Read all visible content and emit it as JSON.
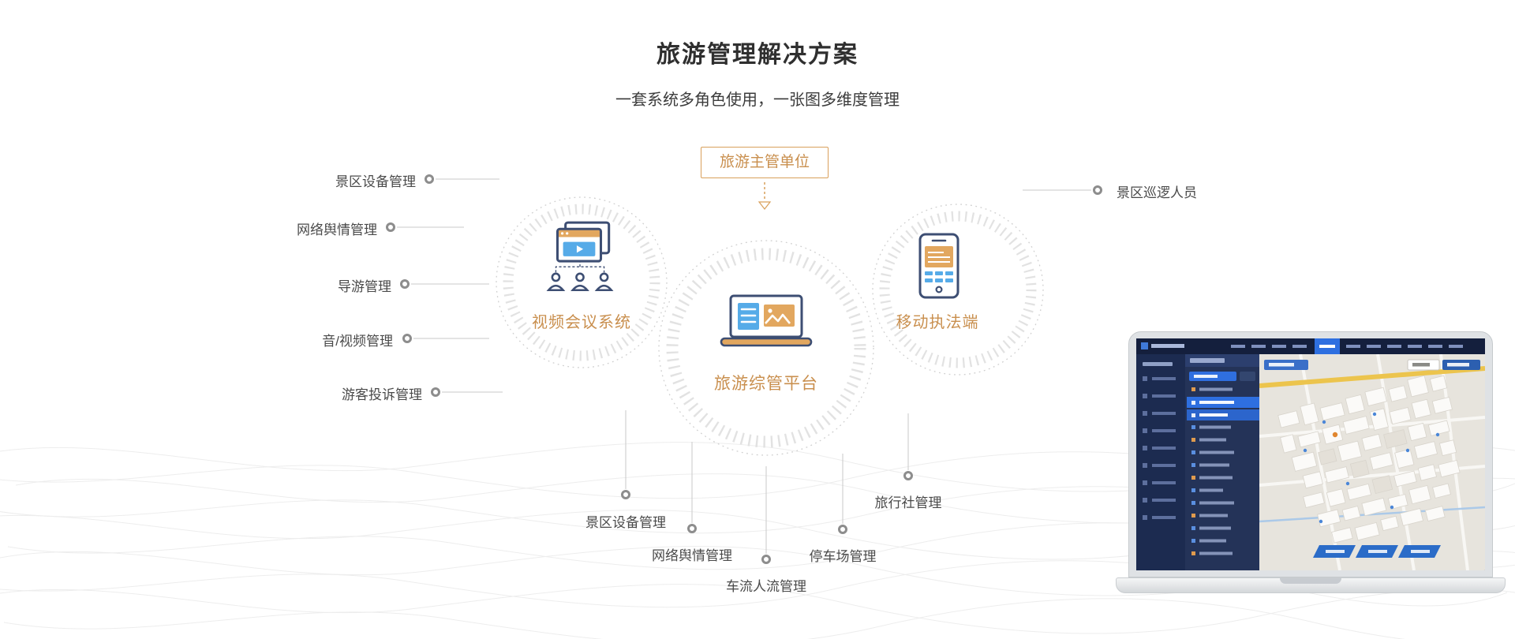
{
  "header": {
    "title": "旅游管理解决方案",
    "subtitle": "一套系统多角色使用，一张图多维度管理"
  },
  "diagram": {
    "top_node": {
      "label": "旅游主管单位"
    },
    "nodes": [
      {
        "label": "视频会议系统",
        "icon": "video-conference-icon"
      },
      {
        "label": "旅游综管平台",
        "icon": "management-platform-icon"
      },
      {
        "label": "移动执法端",
        "icon": "mobile-enforcement-icon"
      }
    ],
    "left_labels": [
      "景区设备管理",
      "网络舆情管理",
      "导游管理",
      "音/视频管理",
      "游客投诉管理"
    ],
    "right_labels": [
      "景区巡逻人员"
    ],
    "bottom_labels": [
      "景区设备管理",
      "网络舆情管理",
      "车流人流管理",
      "停车场管理",
      "旅行社管理"
    ]
  },
  "colors": {
    "accent_orange": "#CD9355",
    "outline_navy": "#3D4E73",
    "accent_blue": "#56ABE8",
    "text_dark": "#2F2F2F",
    "text_gray": "#4A4A4A",
    "connector_gray": "#C9C9C9"
  }
}
